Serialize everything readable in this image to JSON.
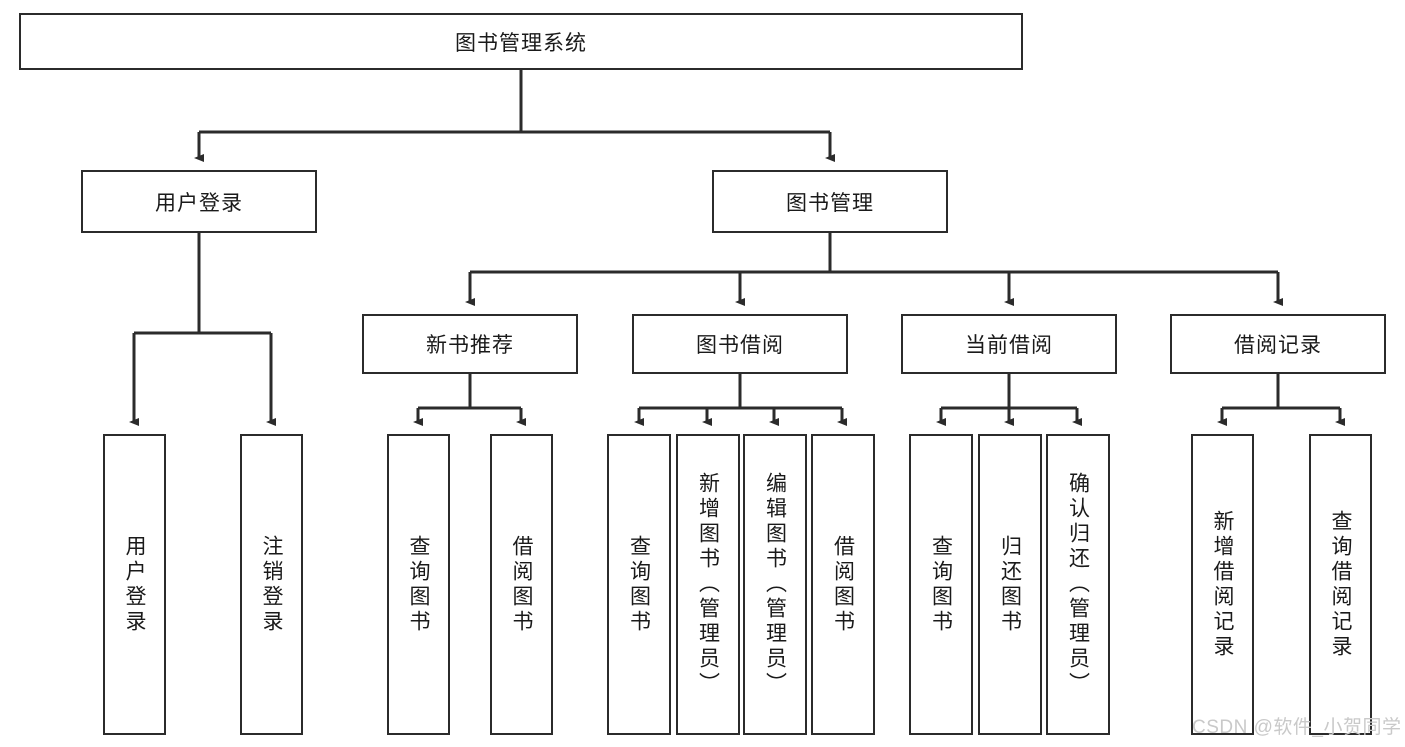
{
  "diagram": {
    "type": "tree-hierarchy",
    "title": "图书管理系统",
    "orientation": "top-down",
    "watermark": "CSDN @软件_小贺同学",
    "colors": {
      "node_border": "#2b2b2b",
      "node_fill": "#ffffff",
      "edge": "#2b2b2b",
      "text": "#1a1a1a",
      "watermark": "#c9c9c9",
      "background": "#ffffff"
    },
    "nodes": {
      "root": {
        "label": "图书管理系统"
      },
      "level2": [
        {
          "id": "user-login",
          "label": "用户登录"
        },
        {
          "id": "book-manage",
          "label": "图书管理"
        }
      ],
      "level3": [
        {
          "id": "new-book-recommend",
          "label": "新书推荐"
        },
        {
          "id": "book-borrow",
          "label": "图书借阅"
        },
        {
          "id": "current-borrow",
          "label": "当前借阅"
        },
        {
          "id": "borrow-record",
          "label": "借阅记录"
        }
      ],
      "leaves": {
        "user-login": [
          {
            "id": "leaf-user-login",
            "label": "用户登录"
          },
          {
            "id": "leaf-logout-login",
            "label": "注销登录"
          }
        ],
        "new-book-recommend": [
          {
            "id": "leaf-query-book-1",
            "label": "查询图书"
          },
          {
            "id": "leaf-borrow-book-1",
            "label": "借阅图书"
          }
        ],
        "book-borrow": [
          {
            "id": "leaf-query-book-2",
            "label": "查询图书"
          },
          {
            "id": "leaf-add-book",
            "label": "新增图书（管理员）"
          },
          {
            "id": "leaf-edit-book",
            "label": "编辑图书（管理员）"
          },
          {
            "id": "leaf-borrow-book-2",
            "label": "借阅图书"
          }
        ],
        "current-borrow": [
          {
            "id": "leaf-query-book-3",
            "label": "查询图书"
          },
          {
            "id": "leaf-return-book",
            "label": "归还图书"
          },
          {
            "id": "leaf-confirm-return",
            "label": "确认归还（管理员）"
          }
        ],
        "borrow-record": [
          {
            "id": "leaf-add-record",
            "label": "新增借阅记录"
          },
          {
            "id": "leaf-query-record",
            "label": "查询借阅记录"
          }
        ]
      }
    }
  }
}
